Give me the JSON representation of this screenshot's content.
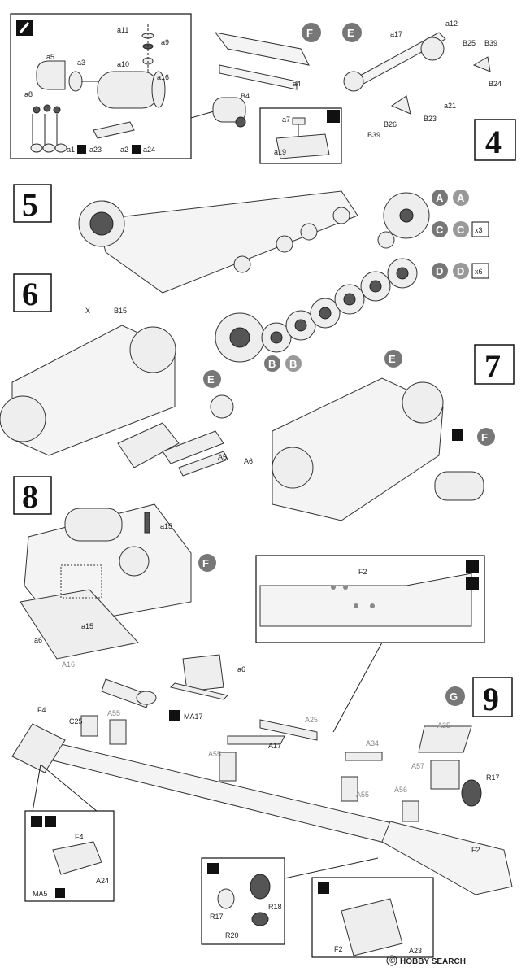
{
  "steps": {
    "s4": "4",
    "s5": "5",
    "s6": "6",
    "s7": "7",
    "s8": "8",
    "s9": "9"
  },
  "subs": {
    "E": "E",
    "F": "F",
    "G": "G",
    "A": "A",
    "B": "B",
    "C": "C",
    "D": "D"
  },
  "qty": {
    "c": "x3",
    "d": "x6"
  },
  "parts": {
    "a11": "a11",
    "a9": "a9",
    "a10": "a10",
    "a5": "a5",
    "a3": "a3",
    "a8": "a8",
    "a16": "a16",
    "a1": "a1",
    "a23": "a23",
    "a2": "a2",
    "a24": "a24",
    "a7": "a7",
    "a19": "a19",
    "B4": "B4",
    "a4": "a4",
    "a17": "a17",
    "a12": "a12",
    "B25": "B25",
    "B39": "B39",
    "B24": "B24",
    "a21": "a21",
    "B26": "B26",
    "B23": "B23",
    "B39b": "B39",
    "X": "X",
    "B15": "B15",
    "A5": "A5",
    "A6": "A6",
    "a15": "a15",
    "a15b": "a15",
    "a6": "a6",
    "a6b": "a6",
    "F2": "F2",
    "A16": "A16",
    "F4": "F4",
    "C25": "C25",
    "A55": "A55",
    "MA17": "MA17",
    "A25": "A25",
    "A35": "A35",
    "A17": "A17",
    "A34": "A34",
    "A57": "A57",
    "R17": "R17",
    "A55b": "A55",
    "A55c": "A55",
    "A56": "A56",
    "F2b": "F2",
    "F4b": "F4",
    "MA5": "MA5",
    "A24": "A24",
    "R17b": "R17",
    "R18": "R18",
    "R20": "R20",
    "F2c": "F2",
    "A23": "A23"
  },
  "watermark": {
    "logo": "HOBBY SEARCH",
    "copyright": "©"
  }
}
